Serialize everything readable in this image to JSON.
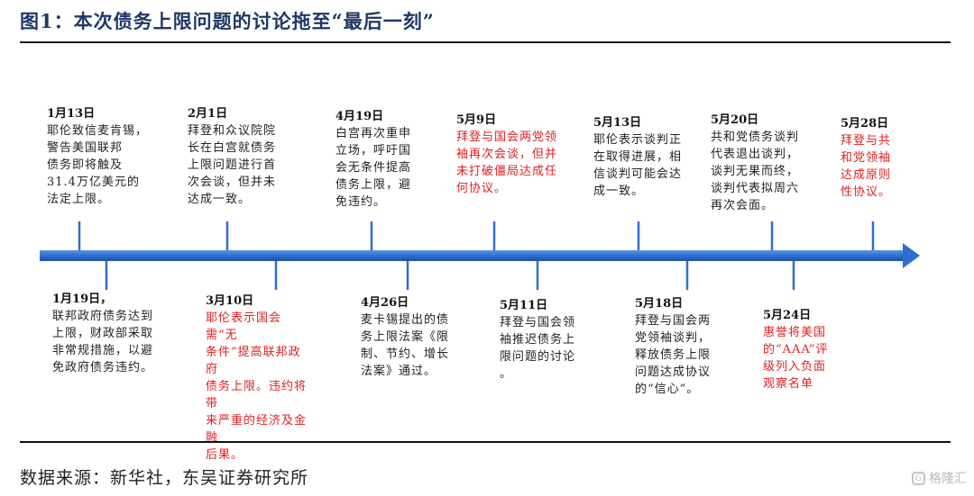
{
  "title": "图1：本次债务上限问题的讨论拖至“最后一刻”",
  "source": "数据来源：新华社，东吴证券研究所",
  "watermark": "格隆汇",
  "colors": {
    "arrow": "#2f6fd0",
    "highlight": "#e02020",
    "title": "#1f3864"
  },
  "events_above": [
    {
      "date": "1月13日",
      "desc": "耶伦致信麦肯锡，\n警告美国联邦\n债务即将触及\n31.4万亿美元的\n法定上限。",
      "red": false
    },
    {
      "date": "2月1日",
      "desc": "拜登和众议院院\n长在白宫就债务\n上限问题进行首\n次会谈，但并未\n达成一致。",
      "red": false
    },
    {
      "date": "4月19日",
      "desc": "白宫再次重申\n立场，呼吁国\n会无条件提高\n债务上限，避\n免违约。",
      "red": false
    },
    {
      "date": "5月9日",
      "desc": "拜登与国会两党领\n袖再次会谈，但并\n未打破僵局达成任\n何协议。",
      "red": true
    },
    {
      "date": "5月13日",
      "desc": "耶伦表示谈判正\n在取得进展，相\n信谈判可能会达\n成一致。",
      "red": false
    },
    {
      "date": "5月20日",
      "desc": "共和党债务谈判\n代表退出谈判，\n谈判无果而终，\n谈判代表拟周六\n再次会面。",
      "red": false
    },
    {
      "date": "5月28日",
      "desc": "拜登与共\n和党领袖\n达成原则\n性协议。",
      "red": true
    }
  ],
  "events_below": [
    {
      "date": "1月19日，",
      "desc": "联邦政府债务达到\n上限，财政部采取\n非常规措施，以避\n免政府债务违约。",
      "red": false
    },
    {
      "date": "3月10日",
      "desc": "耶伦表示国会需“无\n条件”提高联邦政府\n债务上限。违约将带\n来严重的经济及金融\n后果。",
      "red": true
    },
    {
      "date": "4月26日",
      "desc": "麦卡锡提出的债\n务上限法案《限\n制、节约、增长\n法案》通过。",
      "red": false
    },
    {
      "date": "5月11日",
      "desc": "拜登与国会领\n袖推迟债务上\n限问题的讨论\n。",
      "red": false
    },
    {
      "date": "5月18日",
      "desc": "拜登与国会两\n党领袖谈判，\n释放债务上限\n问题达成协议\n的“信心”。",
      "red": false
    },
    {
      "date": "5月24日",
      "desc": "惠誉将美国\n的“AAA”评\n级列入负面\n观察名单",
      "red": true
    }
  ]
}
